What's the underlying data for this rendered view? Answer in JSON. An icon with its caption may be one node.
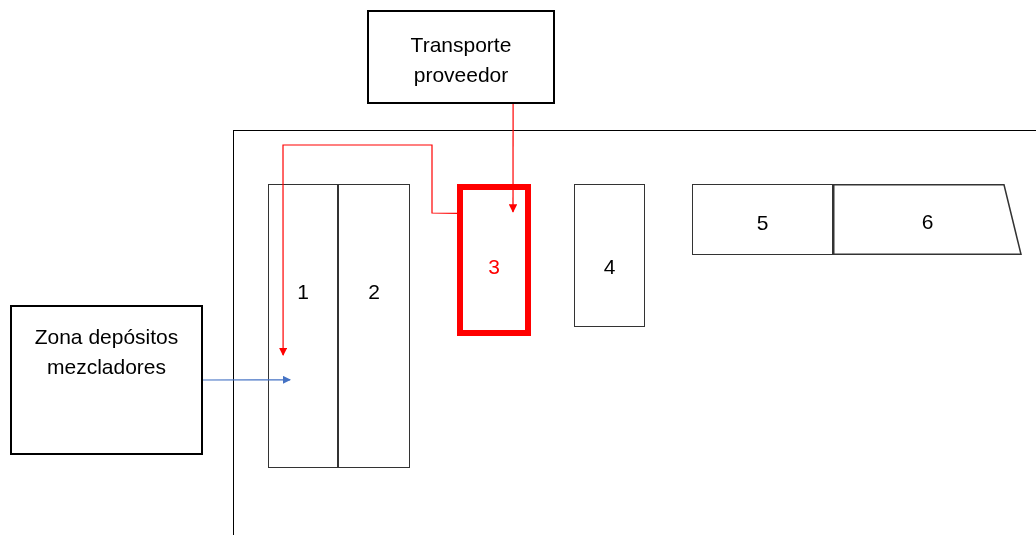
{
  "diagram": {
    "nodes": [
      {
        "text": [
          "Transporte proveedor"
        ]
      },
      {
        "text": [],
        "shape": "box"
      },
      {
        "text": [
          "1"
        ],
        "in": 1
      },
      {
        "text": [
          "2"
        ],
        "in": 1
      },
      {
        "text": [
          "3"
        ],
        "in": 1
      },
      {
        "text": [
          "4"
        ],
        "in": 1
      },
      {
        "text": [
          "5"
        ],
        "in": 1
      },
      {
        "text": [
          "6"
        ],
        "in": 1
      },
      {
        "text": [
          "Zona depósitos mezcladores"
        ]
      }
    ],
    "edges": [
      {
        "from": 0,
        "to": 4,
        "arrow": "to",
        "color": "#ff0000"
      },
      {
        "from": 4,
        "to": 2,
        "arrow": "to",
        "color": "#ff0000"
      },
      {
        "from": 8,
        "to": 2,
        "arrow": "to",
        "color": "#4472c4"
      }
    ]
  }
}
